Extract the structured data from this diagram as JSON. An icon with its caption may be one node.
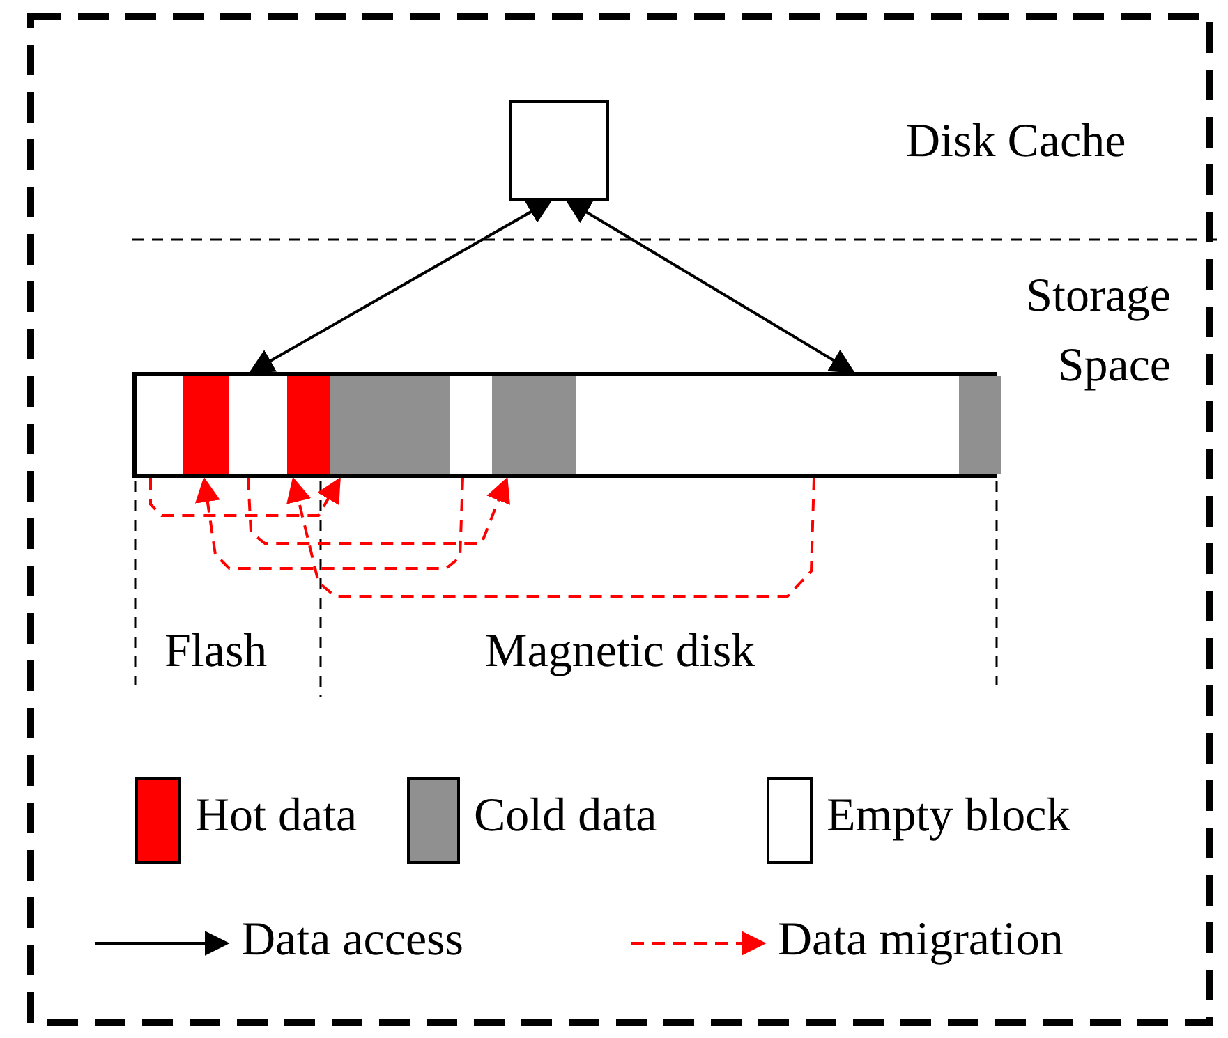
{
  "diagram": {
    "nodes": [
      {
        "text": [],
        "shape": "box"
      },
      {
        "text": [],
        "shape": "bar"
      },
      {
        "text": [],
        "shape": "box",
        "in": 1
      },
      {
        "text": [],
        "shape": "box",
        "in": 1
      },
      {
        "text": [],
        "shape": "box",
        "in": 1
      },
      {
        "text": [],
        "shape": "box",
        "in": 1
      },
      {
        "text": [],
        "shape": "box",
        "in": 1
      }
    ],
    "edges": [
      {
        "from": 0,
        "to": 1,
        "arrow": "both",
        "color": "#000000"
      },
      {
        "from": 0,
        "to": 1,
        "arrow": "both",
        "color": "#000000"
      },
      {
        "from": 1,
        "to": 4,
        "arrow": "to",
        "style": "dashed",
        "color": "#ff0000"
      },
      {
        "from": 1,
        "to": 5,
        "arrow": "to",
        "style": "dashed",
        "color": "#ff0000"
      },
      {
        "from": 1,
        "to": 2,
        "arrow": "to",
        "style": "dashed",
        "color": "#ff0000"
      },
      {
        "from": 1,
        "to": 3,
        "arrow": "to",
        "style": "dashed",
        "color": "#ff0000"
      }
    ],
    "labels": [
      "Disk Cache",
      "Storage Space",
      "Flash",
      "Magnetic disk"
    ],
    "legend": [
      {
        "text": "Hot data",
        "color": "#ff0000"
      },
      {
        "text": "Cold data",
        "color": "#909090"
      },
      {
        "text": "Empty block",
        "color": "#ffffff"
      },
      {
        "text": "Data access"
      },
      {
        "text": "Data migration"
      }
    ]
  }
}
